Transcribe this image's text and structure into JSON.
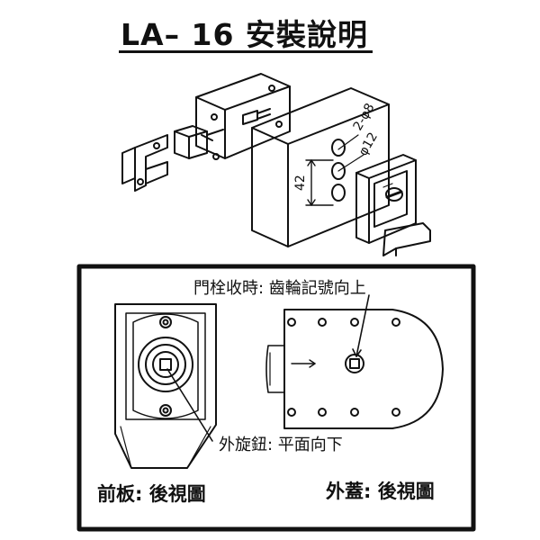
{
  "title": "LA– 16 安裝說明",
  "exploded_view": {
    "hole_label_small": "2-φ8",
    "hole_label_large": "φ12",
    "dimension": "42"
  },
  "panel": {
    "note_top": "門栓收時: 齒輪記號向上",
    "note_bottom": "外旋鈕:  平面向下",
    "caption_left": "前板:  後視圖",
    "caption_right": "外蓋:  後視圖"
  }
}
